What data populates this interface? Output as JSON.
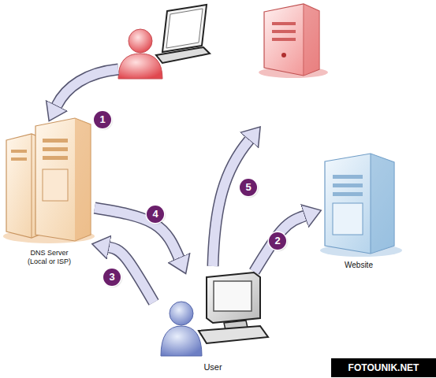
{
  "diagram": {
    "nodes": [
      {
        "text": [
          "DNS Server (Local or ISP)"
        ]
      },
      {
        "text": [
          "Website"
        ]
      },
      {
        "text": [
          "User"
        ]
      }
    ],
    "edges": [
      {
        "from": 2,
        "to": 1,
        "arrow": "to",
        "label": "2"
      },
      {
        "from": 2,
        "to": 0,
        "arrow": "to",
        "label": "3"
      },
      {
        "from": 0,
        "to": 2,
        "arrow": "to",
        "label": "4"
      }
    ],
    "labels": [
      "1",
      "5",
      "FOTOUNIK.NET"
    ]
  }
}
